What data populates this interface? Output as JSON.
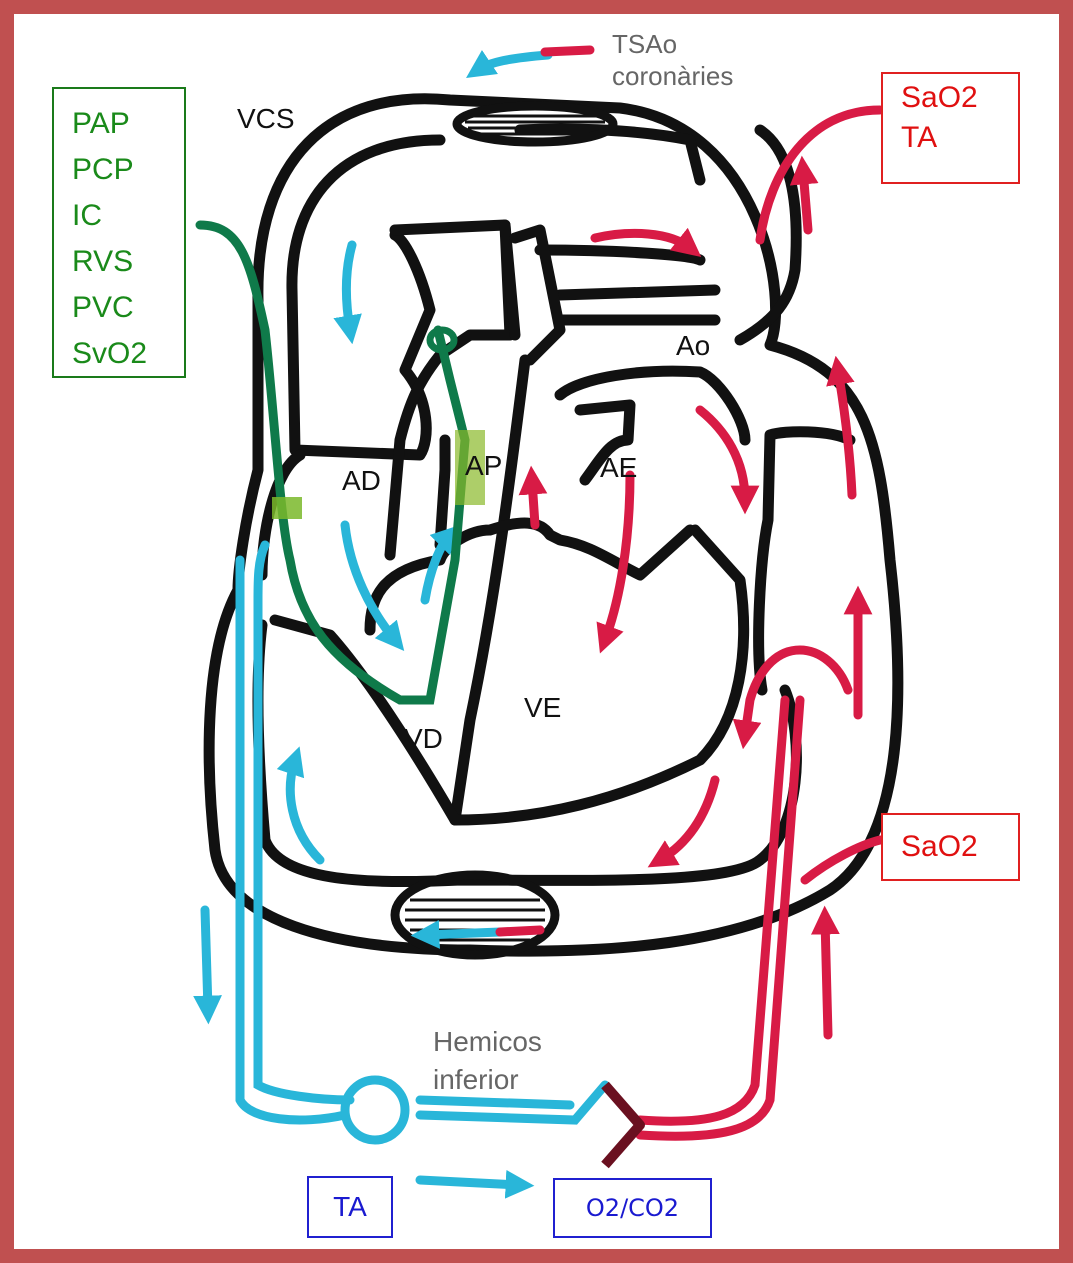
{
  "colors": {
    "frame": "#c05050",
    "venous": "#29b6d9",
    "arterial": "#d81b45",
    "catheter": "#0f7a4a",
    "outline": "#111111",
    "monitor_green": "#1a8a1a",
    "monitor_red": "#e01010",
    "monitor_blue": "#1a1ad0"
  },
  "labels": {
    "tsao_line1": "TSAo",
    "tsao_line2": "coronàries",
    "vcs": "VCS",
    "ao": "Ao",
    "ad": "AD",
    "ap": "AP",
    "ae": "AE",
    "vd": "VD",
    "ve": "VE",
    "hemicos_line1": "Hemicos",
    "hemicos_line2": "inferior"
  },
  "green_box": {
    "items": [
      "PAP",
      "PCP",
      "IC",
      "RVS",
      "PVC",
      "SvO2"
    ]
  },
  "red_box_top": {
    "line1": "SaO2",
    "line2": "TA"
  },
  "red_box_bottom": {
    "label": "SaO2"
  },
  "blue_box_ta": {
    "label": "TA"
  },
  "blue_box_gas": {
    "label": "O2/CO2"
  }
}
